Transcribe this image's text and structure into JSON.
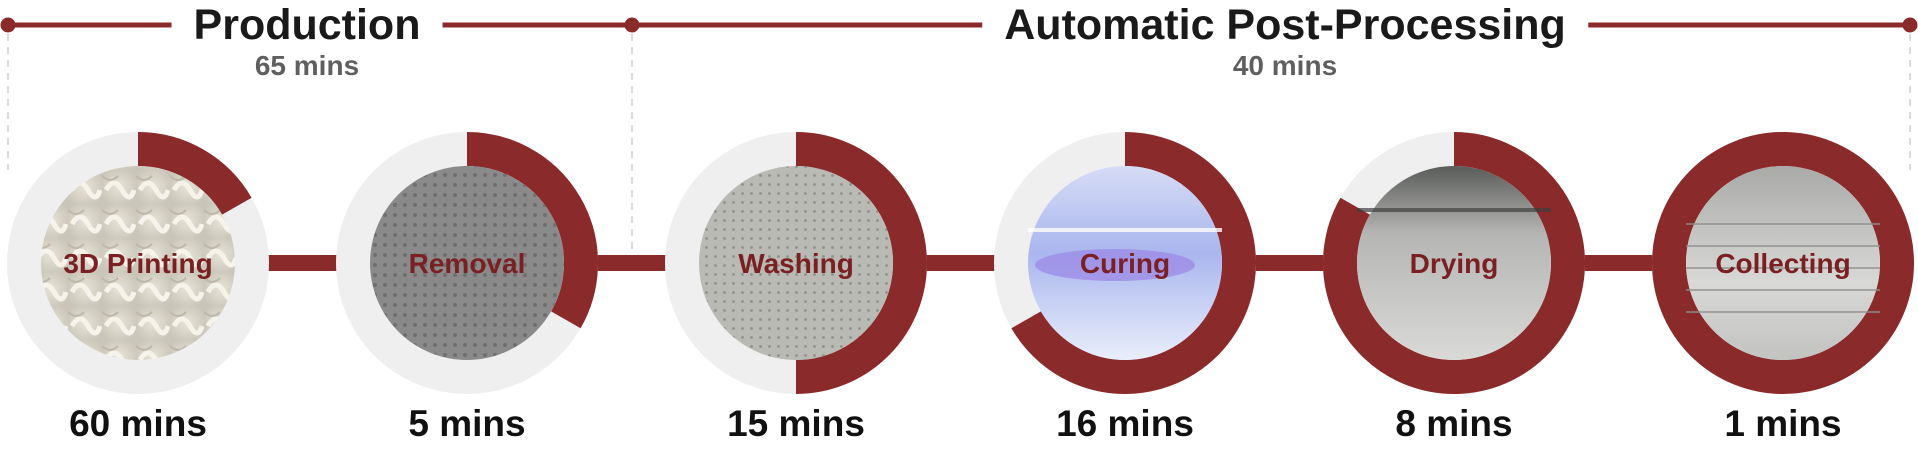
{
  "colors": {
    "accent": "#8b2a2b",
    "track": "#efefef",
    "label": "#7a1f22"
  },
  "phases": [
    {
      "title": "Production",
      "subtitle": "65 mins"
    },
    {
      "title": "Automatic Post-Processing",
      "subtitle": "40 mins"
    }
  ],
  "steps": [
    {
      "label": "3D Printing",
      "time": "60 mins",
      "progress": 0.167,
      "image": "printed-parts-texture"
    },
    {
      "label": "Removal",
      "time": "5 mins",
      "progress": 0.333,
      "image": "mesh-tray-parts"
    },
    {
      "label": "Washing",
      "time": "15 mins",
      "progress": 0.5,
      "image": "perforated-basket"
    },
    {
      "label": "Curing",
      "time": "16 mins",
      "progress": 0.667,
      "image": "uv-curing-chamber"
    },
    {
      "label": "Drying",
      "time": "8 mins",
      "progress": 0.833,
      "image": "drying-chamber"
    },
    {
      "label": "Collecting",
      "time": "1 mins",
      "progress": 1.0,
      "image": "collected-parts-rack"
    }
  ]
}
